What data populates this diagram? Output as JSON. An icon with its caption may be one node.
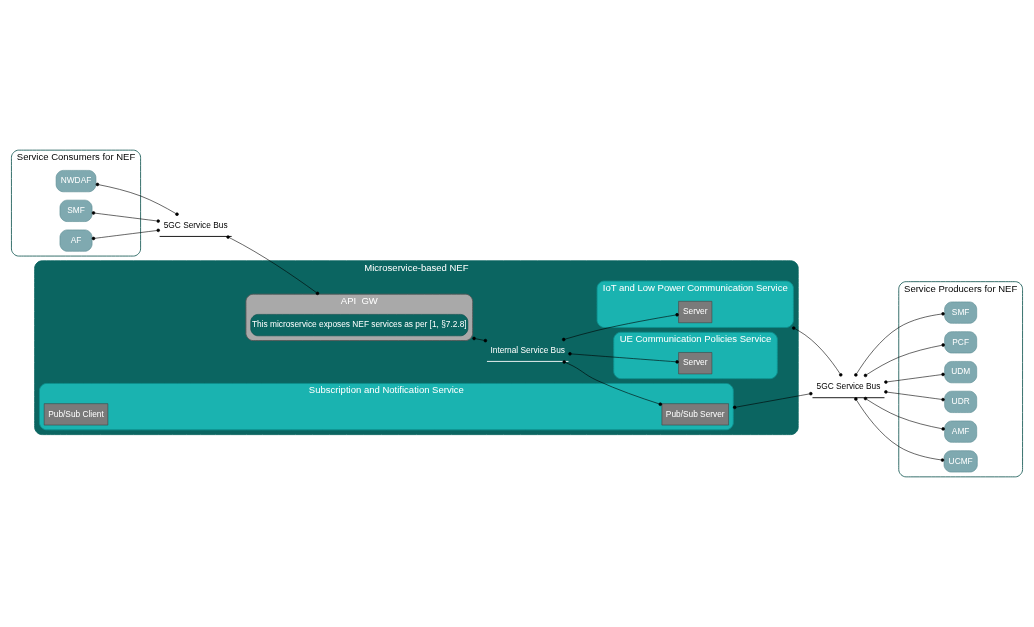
{
  "diagram": {
    "nodes": [
      {
        "text": [
          "Service Consumers for NEF"
        ]
      },
      {
        "text": [
          "NWDAF"
        ],
        "in": 0
      },
      {
        "text": [
          "SMF"
        ],
        "in": 0
      },
      {
        "text": [
          "AF"
        ],
        "in": 0
      },
      {
        "text": [
          "5GC Service Bus"
        ]
      },
      {
        "text": [
          "Microservice-based NEF"
        ]
      },
      {
        "text": [
          "API  GW"
        ],
        "in": 5
      },
      {
        "text": [
          "This microservice exposes NEF services as per [1, §7.2.8]"
        ],
        "in": 6
      },
      {
        "text": [
          "Internal Service Bus"
        ],
        "in": 5
      },
      {
        "text": [
          "UE Communication Policies Service"
        ],
        "in": 5
      },
      {
        "text": [
          "Server"
        ],
        "in": 9
      },
      {
        "text": [
          "Subscription and Notification Service"
        ],
        "in": 5
      },
      {
        "text": [
          "Pub/Sub Server"
        ],
        "in": 11
      },
      {
        "text": [
          "Pub/Sub Client"
        ],
        "in": 11
      },
      {
        "text": [
          "IoT and Low Power Communication Service"
        ],
        "in": 5
      },
      {
        "text": [
          "Server"
        ],
        "in": 14
      },
      {
        "text": [
          "5GC Service Bus"
        ]
      },
      {
        "text": [
          "Service Producers for NEF"
        ]
      },
      {
        "text": [
          "SMF"
        ],
        "in": 17
      },
      {
        "text": [
          "PCF"
        ],
        "in": 17
      },
      {
        "text": [
          "UDM"
        ],
        "in": 17
      },
      {
        "text": [
          "UDR"
        ],
        "in": 17
      },
      {
        "text": [
          "AMF"
        ],
        "in": 17
      },
      {
        "text": [
          "UCMF"
        ],
        "in": 17
      }
    ],
    "edges": [
      {
        "from": 1,
        "to": 4,
        "arrow": "other"
      },
      {
        "from": 2,
        "to": 4,
        "arrow": "other"
      },
      {
        "from": 3,
        "to": 4,
        "arrow": "other"
      },
      {
        "from": 4,
        "to": 6,
        "arrow": "other"
      },
      {
        "from": 6,
        "to": 8,
        "arrow": "other"
      },
      {
        "from": 8,
        "to": 10,
        "arrow": "other"
      },
      {
        "from": 8,
        "to": 12,
        "arrow": "other"
      },
      {
        "from": 8,
        "to": 15,
        "arrow": "other"
      },
      {
        "from": 11,
        "to": 16,
        "arrow": "other"
      },
      {
        "from": 14,
        "to": 16,
        "arrow": "other"
      },
      {
        "from": 16,
        "to": 18,
        "arrow": "other"
      },
      {
        "from": 16,
        "to": 19,
        "arrow": "other"
      },
      {
        "from": 16,
        "to": 20,
        "arrow": "other"
      },
      {
        "from": 16,
        "to": 21,
        "arrow": "other"
      },
      {
        "from": 16,
        "to": 22,
        "arrow": "other"
      },
      {
        "from": 16,
        "to": 23,
        "arrow": "other"
      }
    ]
  }
}
